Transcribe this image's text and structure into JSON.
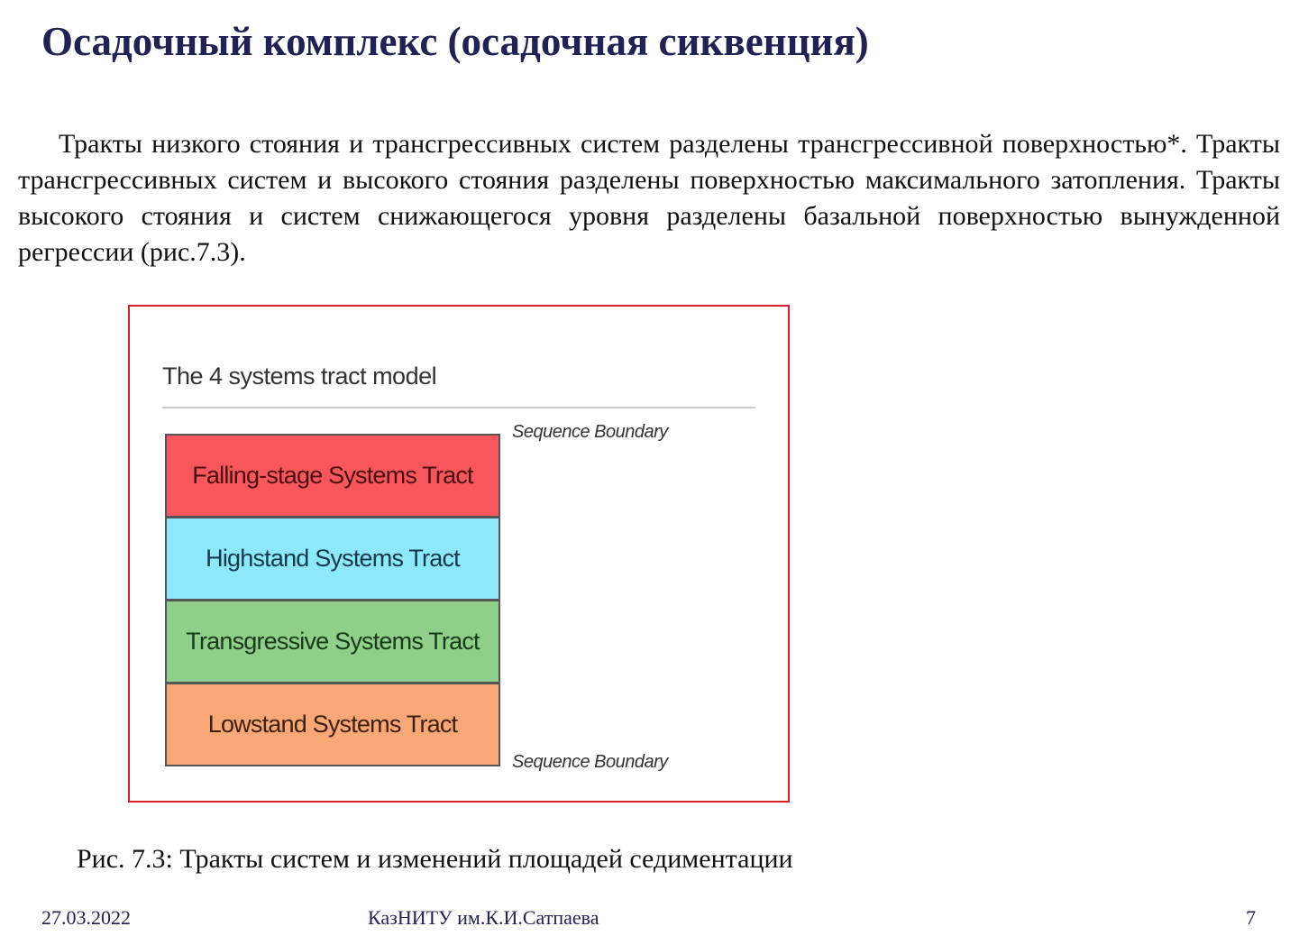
{
  "title": "Осадочный комплекс (осадочная сиквенция)",
  "paragraph": "Тракты низкого стояния и трансгрессивных систем разделены трансгрессивной поверхностью*. Тракты трансгрессивных систем и высокого стояния разделены поверхностью максимального затопления. Тракты высокого стояния и систем снижающегося уровня разделены базальной поверхностью вынужденной регрессии (рис.7.3).",
  "figure": {
    "title": "The 4 systems tract model",
    "top_label": "Sequence Boundary",
    "bottom_label": "Sequence Boundary",
    "tracts": [
      {
        "label": "Falling-stage Systems Tract",
        "color": "#f7575c",
        "text_color": "#4a1010"
      },
      {
        "label": "Highstand Systems Tract",
        "color": "#8de8fb",
        "text_color": "#16394a"
      },
      {
        "label": "Transgressive Systems Tract",
        "color": "#8fcf8a",
        "text_color": "#183a18"
      },
      {
        "label": "Lowstand Systems Tract",
        "color": "#f8a877",
        "text_color": "#3d2010"
      }
    ]
  },
  "caption": "Рис. 7.3: Тракты систем и изменений площадей седиментации",
  "footer": {
    "date": "27.03.2022",
    "org": "КазНИТУ им.К.И.Сатпаева",
    "page": "7"
  }
}
